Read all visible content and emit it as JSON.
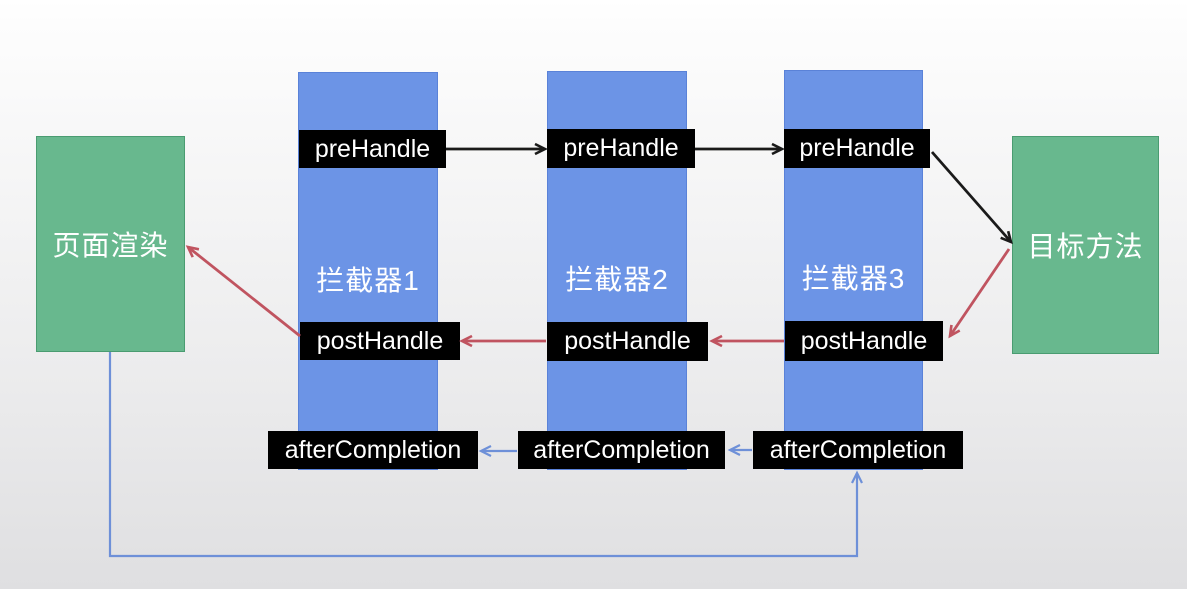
{
  "nodes": {
    "page_render": "页面渲染",
    "target_method": "目标方法"
  },
  "interceptors": [
    {
      "title": "拦截器1",
      "pre_handle": "preHandle",
      "post_handle": "postHandle",
      "after_completion": "afterCompletion"
    },
    {
      "title": "拦截器2",
      "pre_handle": "preHandle",
      "post_handle": "postHandle",
      "after_completion": "afterCompletion"
    },
    {
      "title": "拦截器3",
      "pre_handle": "preHandle",
      "post_handle": "postHandle",
      "after_completion": "afterCompletion"
    }
  ],
  "colors": {
    "column_fill": "#6c94e6",
    "column_border": "#5a82d8",
    "node_fill": "#68b88e",
    "node_border": "#4a9c71",
    "label_bg": "#000000",
    "label_text": "#ffffff",
    "arrow_request": "#1a1a1a",
    "arrow_posthandle": "#c05460",
    "arrow_aftercompletion": "#6e90d8",
    "background_top": "#fdfdfd",
    "background_bottom": "#dfdfe1"
  }
}
